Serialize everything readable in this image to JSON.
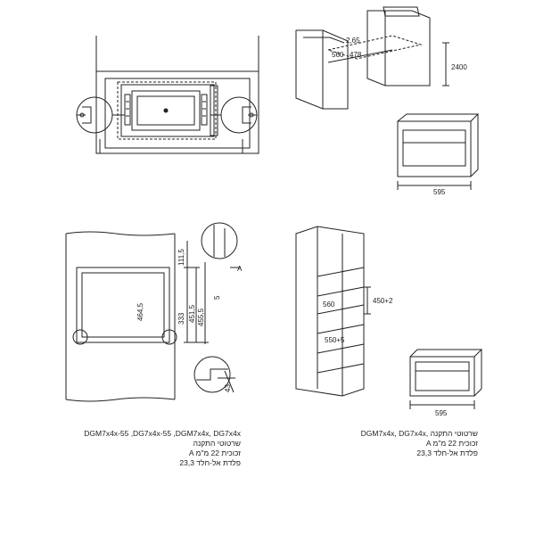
{
  "figures": {
    "install_top_left": {},
    "install_top_right": {
      "dims": {
        "d1": "2,65",
        "d2": "560",
        "d3": "478",
        "d4": "2400",
        "w": "595"
      }
    },
    "install_bottom_left": {
      "dims": {
        "a": "111,5",
        "b": "464,5",
        "c": "333",
        "d": "451,5",
        "e": "455,5",
        "f": "5",
        "marker": "A",
        "g": "43"
      }
    },
    "install_bottom_right": {
      "dims": {
        "a": "560",
        "b": "450+2",
        "c": "550+5",
        "w": "595"
      }
    }
  },
  "captions": {
    "left": {
      "line1": "DGM7x4x-55 ,DG7x4x-55 ,DGM7x4x, DG7x4x",
      "line2": "שרטוטי התקנה",
      "line3": "A זכוכית 22 מ\"מ",
      "line4": "פלדת אל-חלד 23,3"
    },
    "right": {
      "line1": "DGM7x4x, DG7x4x, שרטוטי התקנה",
      "line2": "A זכוכית 22 מ\"מ",
      "line3": "פלדת אל-חלד 23,3"
    }
  }
}
